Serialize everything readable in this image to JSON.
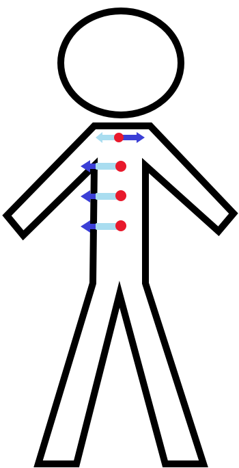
{
  "diagram": {
    "figure": "stick-figure-outline",
    "colors": {
      "outline": "#000000",
      "fill": "#ffffff",
      "marker_dot": "#e8192c",
      "arrow_light": "#a9ddf0",
      "arrow_dark": "#3b3fd6"
    },
    "markers": [
      {
        "id": "marker-1",
        "direction": "bidirectional"
      },
      {
        "id": "marker-2",
        "direction": "left"
      },
      {
        "id": "marker-3",
        "direction": "left"
      },
      {
        "id": "marker-4",
        "direction": "left"
      }
    ]
  }
}
